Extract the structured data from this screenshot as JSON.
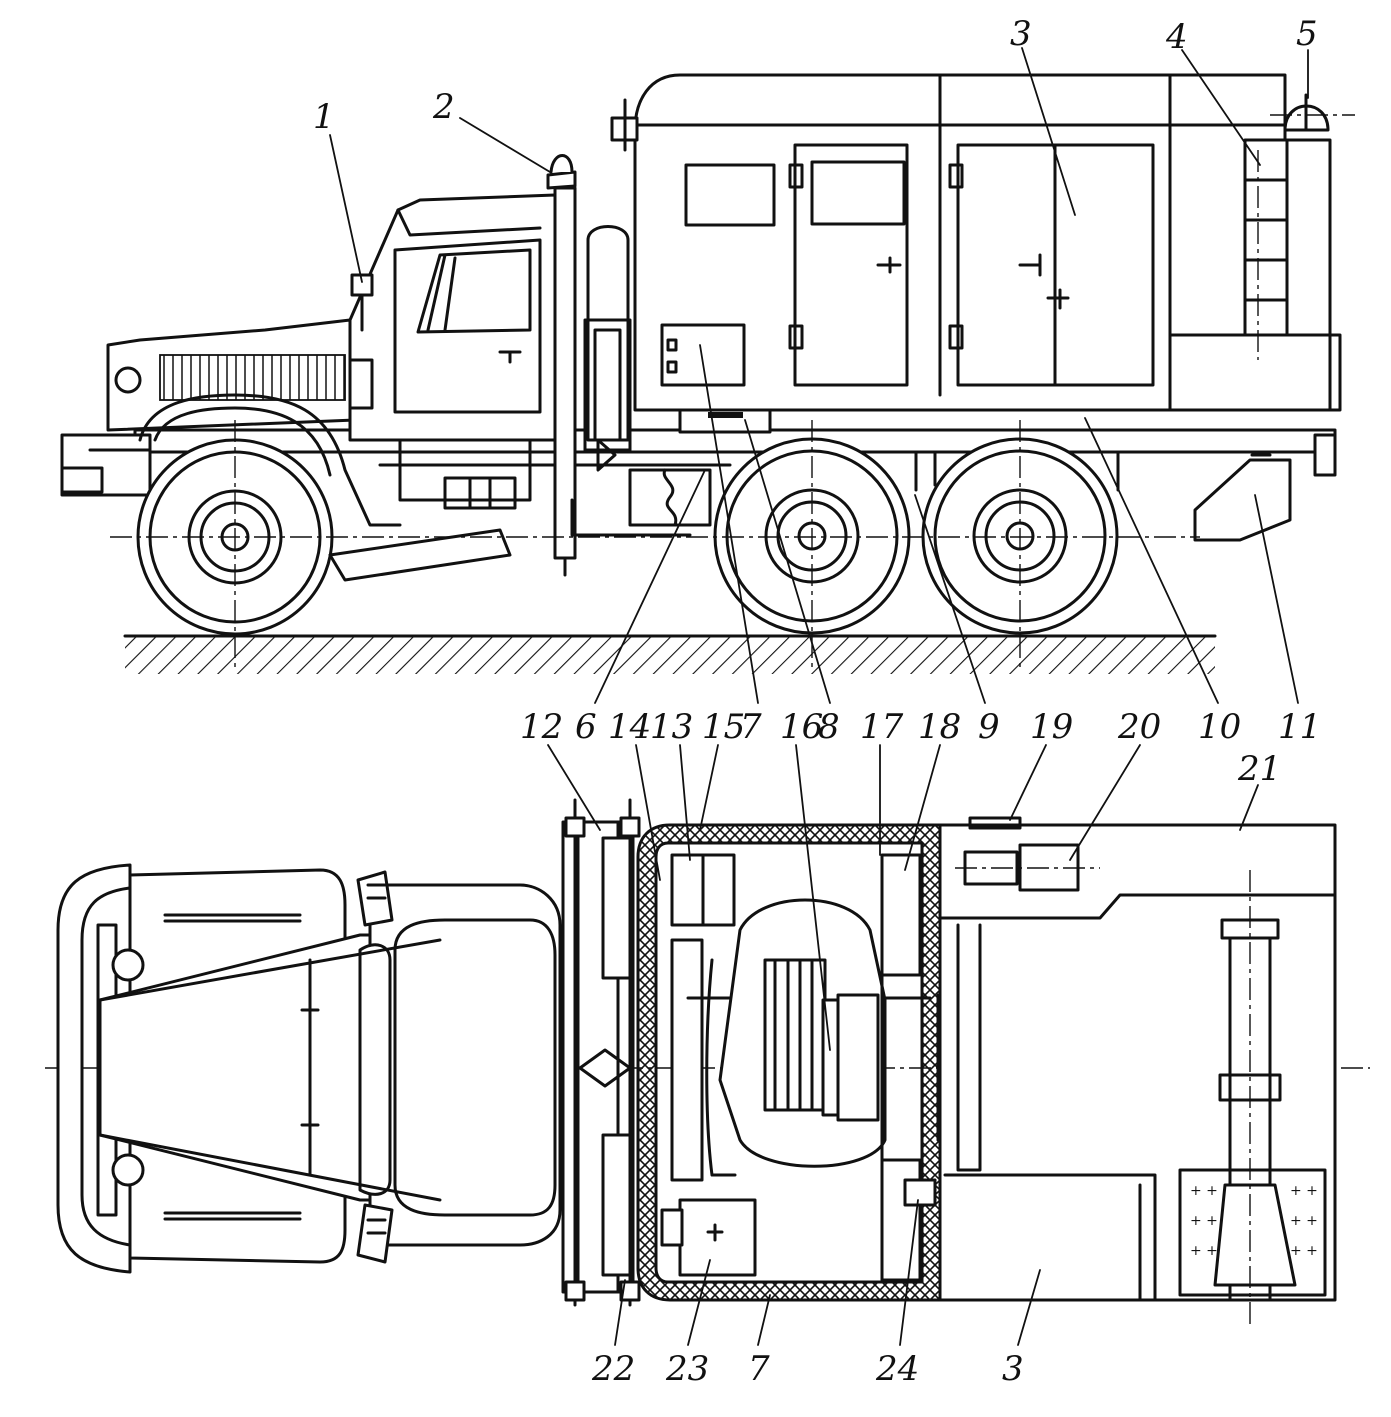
{
  "figure": {
    "colors": {
      "ink": "#111111",
      "paper": "#ffffff"
    },
    "side_view": {
      "callouts": [
        "1",
        "2",
        "3",
        "4",
        "5",
        "6",
        "7",
        "8",
        "9",
        "10",
        "11"
      ]
    },
    "top_view": {
      "callouts_top": [
        "12",
        "14",
        "13",
        "15",
        "16",
        "17",
        "18",
        "19",
        "20",
        "21"
      ],
      "callouts_bottom": [
        "22",
        "23",
        "7",
        "24",
        "3"
      ]
    }
  }
}
